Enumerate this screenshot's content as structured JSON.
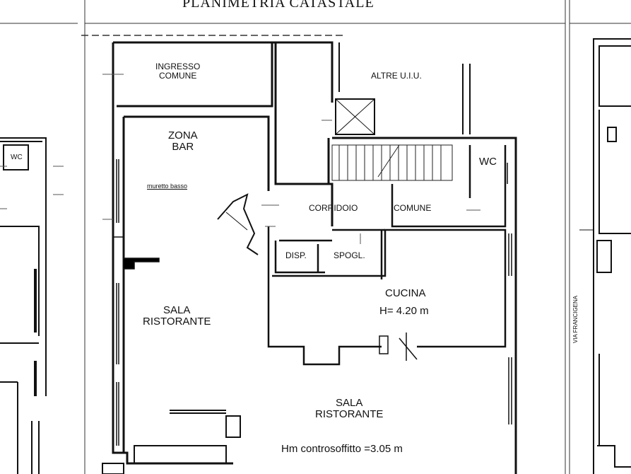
{
  "title": "PLANIMETRIA CATASTALE",
  "rooms": {
    "ingresso_comune": "INGRESSO\nCOMUNE",
    "altre_uiu": "ALTRE U.I.U.",
    "zona_bar": "ZONA\nBAR",
    "wc_right": "WC",
    "wc_left": "WC",
    "muretto": "muretto basso",
    "corridoio": "CORRIDOIO",
    "comune": "COMUNE",
    "disp": "DISP.",
    "spogl": "SPOGL.",
    "cucina": "CUCINA",
    "cucina_height": "H= 4.20 m",
    "sala_ristorante_1": "SALA\nRISTORANTE",
    "sala_ristorante_2": "SALA\nRISTORANTE",
    "controsoffitto": "Hm controsoffitto =3.05 m",
    "street": "VIA FRANCIGENA"
  }
}
